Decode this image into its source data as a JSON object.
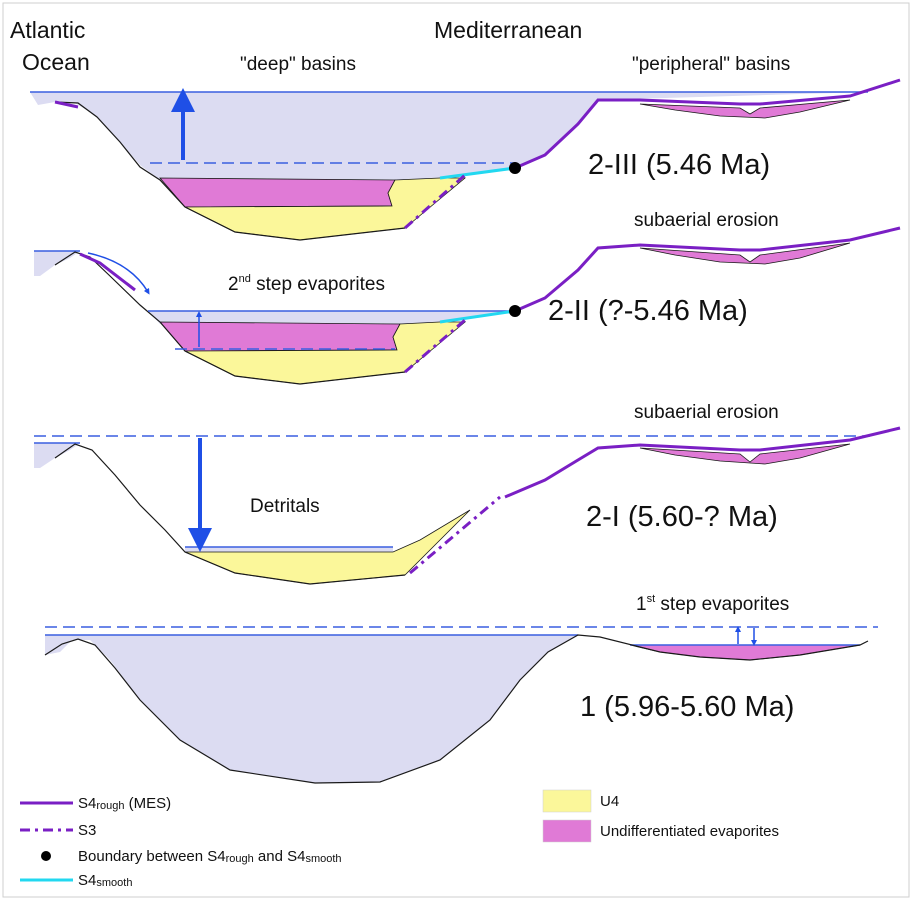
{
  "headings": {
    "atlantic_line1": "Atlantic",
    "atlantic_line2": "Ocean",
    "mediterranean": "Mediterranean",
    "deep_basins": "\"deep\" basins",
    "peripheral_basins": "\"peripheral\" basins"
  },
  "stages": {
    "s2_iii": {
      "label": "2-III (5.46 Ma)"
    },
    "s2_ii": {
      "label": "2-II (?-5.46 Ma)",
      "note": "subaerial erosion",
      "inner_label_sup": "nd",
      "inner_label_pre": "2",
      "inner_label_post": " step evaporites"
    },
    "s2_i": {
      "label": "2-I (5.60-? Ma)",
      "note": "subaerial erosion",
      "inner_label": "Detritals"
    },
    "s1": {
      "label": "1 (5.96-5.60 Ma)",
      "note_pre": "1",
      "note_sup": "st",
      "note_post": " step evaporites"
    }
  },
  "legend": {
    "s4rough_main": "S4",
    "s4rough_sub": "rough",
    "s4rough_tail": " (MES)",
    "s3": "S3",
    "boundary_pre": "Boundary between S4",
    "boundary_sub1": "rough",
    "boundary_mid": " and S4",
    "boundary_sub2": "smooth",
    "s4smooth_main": "S4",
    "s4smooth_sub": "smooth",
    "u4": "U4",
    "evaporites": "Undifferentiated evaporites"
  },
  "colors": {
    "water": "#dcdcf2",
    "sea_level": "#3a5fe0",
    "arrow": "#1f4fe6",
    "s4rough": "#7a1fc4",
    "s4smooth": "#22d8f0",
    "u4": "#fbf79a",
    "evaporites": "#e07ad6",
    "outline": "#1a1a1a"
  }
}
